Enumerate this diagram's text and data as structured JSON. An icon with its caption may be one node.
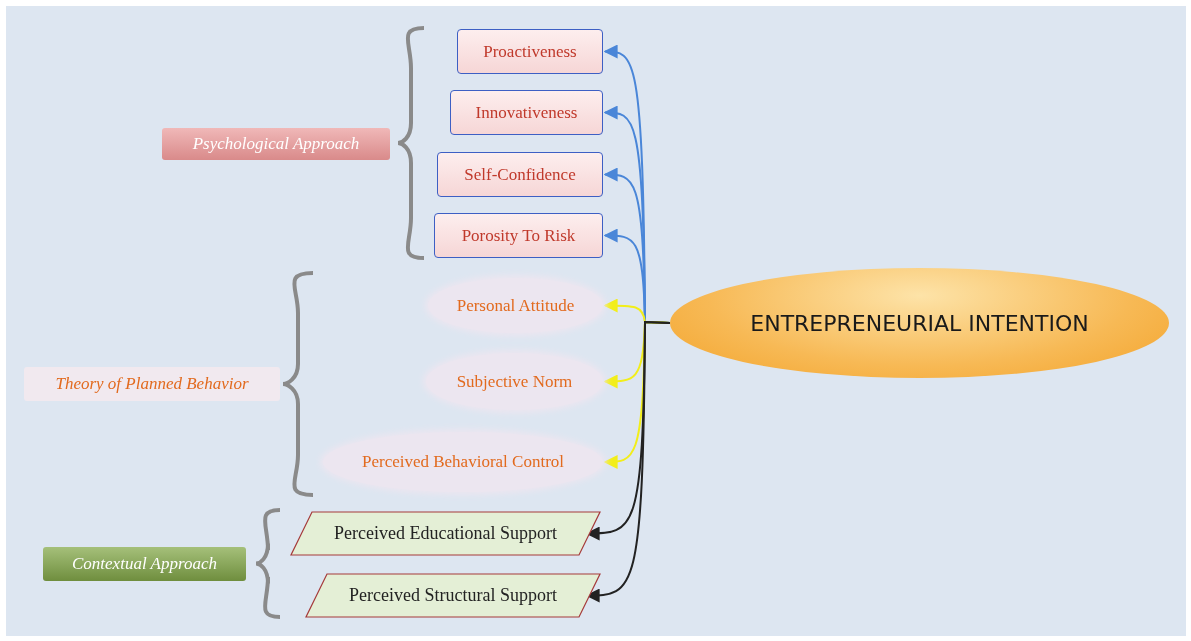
{
  "diagram": {
    "nodes": [
      {
        "text": [
          "Psychological Approach"
        ]
      },
      {
        "text": [
          "Proactiveness"
        ]
      },
      {
        "text": [
          "Innovativeness"
        ]
      },
      {
        "text": [
          "Self-Confidence"
        ]
      },
      {
        "text": [
          "Porosity To Risk"
        ]
      },
      {
        "text": [
          "Theory of Planned Behavior"
        ]
      },
      {
        "text": [
          "Personal Attitude"
        ]
      },
      {
        "text": [
          "Subjective Norm"
        ]
      },
      {
        "text": [
          "Perceived Behavioral Control"
        ]
      },
      {
        "text": [
          "Contextual Approach"
        ]
      },
      {
        "text": [
          "Perceived Educational Support"
        ]
      },
      {
        "text": [
          "Perceived Structural Support"
        ]
      },
      {
        "text": [
          "ENTREPRENEURIAL INTENTION"
        ]
      }
    ],
    "edges": [
      {
        "from": 12,
        "to": 1,
        "arrow": "to"
      },
      {
        "from": 12,
        "to": 2,
        "arrow": "to"
      },
      {
        "from": 12,
        "to": 3,
        "arrow": "to"
      },
      {
        "from": 12,
        "to": 4,
        "arrow": "to"
      },
      {
        "from": 12,
        "to": 6,
        "arrow": "to",
        "color": "#f2ee1a"
      },
      {
        "from": 12,
        "to": 7,
        "arrow": "to",
        "color": "#f2ee1a"
      },
      {
        "from": 12,
        "to": 8,
        "arrow": "to",
        "color": "#f2ee1a"
      },
      {
        "from": 12,
        "to": 10,
        "arrow": "to",
        "color": "#222222"
      },
      {
        "from": 12,
        "to": 11,
        "arrow": "to",
        "color": "#222222"
      }
    ]
  }
}
